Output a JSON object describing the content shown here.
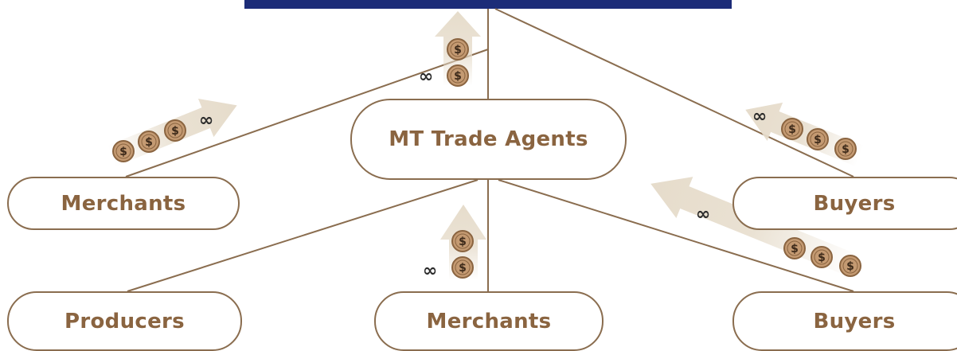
{
  "header": {
    "bar_color": "#1c2c78"
  },
  "nodes": {
    "center": "MT Trade Agents",
    "merchants_left": "Merchants",
    "buyers_right": "Buyers",
    "producers": "Producers",
    "merchants_bottom": "Merchants",
    "buyers_bottom": "Buyers"
  },
  "symbols": {
    "coin": "$",
    "infinity": "∞"
  },
  "colors": {
    "line": "#8a6d4f",
    "text": "#8a6440",
    "arrow": "#e6dccb",
    "coin_fill": "#c49a72",
    "coin_ring": "#8a6440",
    "coin_symbol": "#3d2a1a"
  }
}
